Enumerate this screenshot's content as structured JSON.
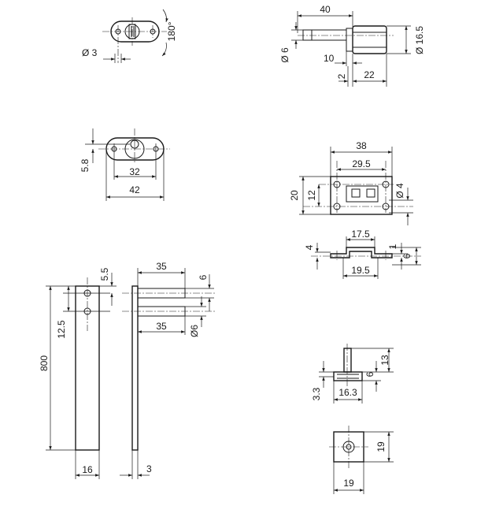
{
  "views": {
    "lock_front": {
      "dia": "Ø 3",
      "rotation": "180°"
    },
    "lock_side": {
      "length": "40",
      "shaft_dia": "Ø 6",
      "body_dia": "Ø 16.5",
      "offset": "10",
      "gap": "2",
      "body_length": "22"
    },
    "escutcheon": {
      "height": "5.8",
      "hole_spacing": "32",
      "width": "42"
    },
    "strike_plate": {
      "width": "38",
      "hole_spacing": "29.5",
      "height": "20",
      "inner_height": "12",
      "hole_dia": "Ø 4"
    },
    "strike_side": {
      "left_tab": "4",
      "top_span": "17.5",
      "bottom_span": "19.5",
      "thickness": "1",
      "depth": "6"
    },
    "rod_front": {
      "top_offset": "5.5",
      "hole_spacing": "12.5",
      "length": "800",
      "width": "16"
    },
    "rod_side": {
      "pin_length_top": "35",
      "pin_height": "6",
      "pin_length_bottom": "35",
      "pin_dia": "Ø6",
      "thickness": "3"
    },
    "bracket_side": {
      "height": "13",
      "thickness": "6",
      "bottom": "3.3",
      "width": "16.3"
    },
    "guide_block": {
      "height": "19",
      "width": "19"
    }
  }
}
